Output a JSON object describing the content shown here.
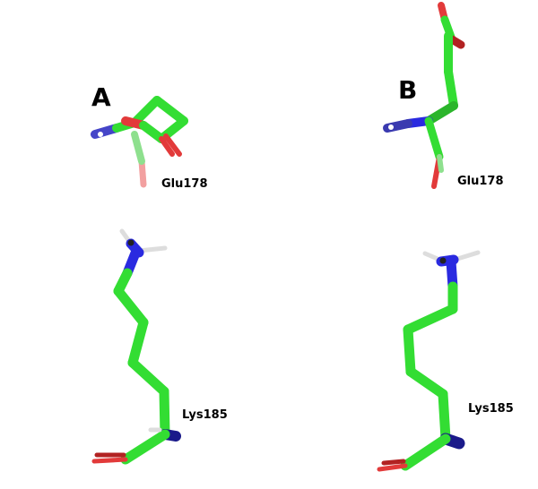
{
  "panels": {
    "a": {
      "label": "A"
    },
    "b": {
      "label": "B"
    }
  },
  "residues": {
    "glu_a": "Glu178",
    "glu_b": "Glu178",
    "lys_a": "Lys185",
    "lys_b": "Lys185"
  },
  "colors": {
    "carbon": "#33dd33",
    "carbon_dark": "#2bb52b",
    "oxygen": "#e23a3a",
    "oxygen_dark": "#b22222",
    "nitrogen": "#2a2ae0",
    "nitrogen_dark": "#1a1a8a",
    "hydrogen": "#dddddd"
  }
}
